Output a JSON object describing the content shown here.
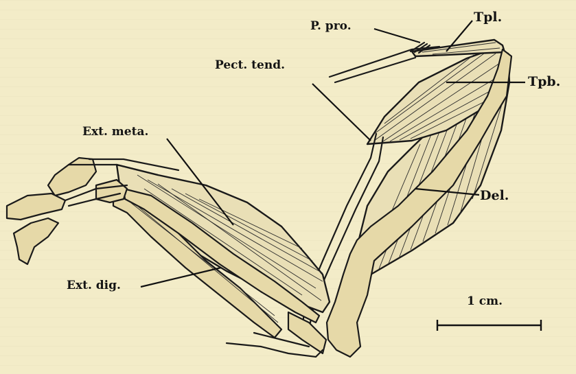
{
  "labels": {
    "p_pro": "P. pro.",
    "tpl": "Tpl.",
    "pect_tend": "Pect. tend.",
    "tpb": "Tpb.",
    "ext_meta": "Ext. meta.",
    "del": "Del.",
    "ext_dig": "Ext. dig."
  },
  "scale_bar": {
    "label": "1 cm."
  }
}
